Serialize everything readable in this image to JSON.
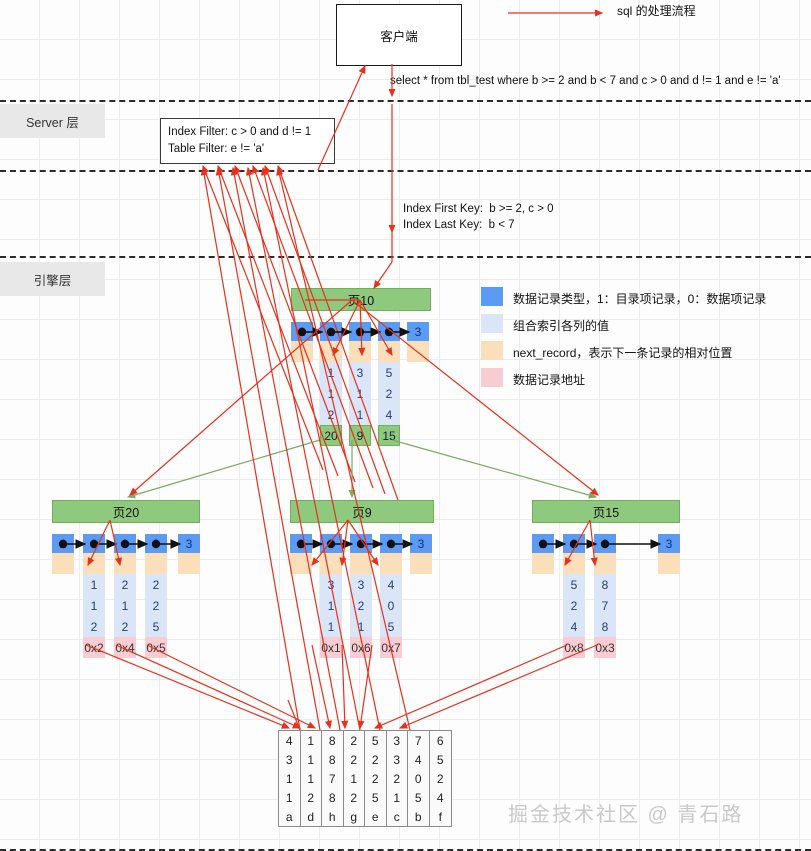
{
  "legend_arrow": {
    "label": "sql 的处理流程"
  },
  "client": {
    "label": "客户端",
    "sql": "select * from tbl_test where b >= 2 and b < 7 and c > 0 and d != 1 and e != 'a'"
  },
  "layers": {
    "server": {
      "tag": "Server 层"
    },
    "engine": {
      "tag": "引擎层"
    }
  },
  "filter_box": {
    "line1": "Index Filter:  c > 0 and d != 1",
    "line2": "Table Filter:  e != 'a'"
  },
  "index_keys": {
    "line1": "Index First Key:  b >= 2, c > 0",
    "line2": "Index Last Key:  b < 7"
  },
  "legend": {
    "items": [
      {
        "color": "#5b9bf5",
        "text": "数据记录类型，1：目录项记录，0：数据项记录"
      },
      {
        "color": "#dbe5f8",
        "text": "组合索引各列的值"
      },
      {
        "color": "#fbdfbb",
        "text": "next_record，表示下一条记录的相对位置"
      },
      {
        "color": "#f7ccd2",
        "text": "数据记录地址"
      }
    ]
  },
  "pages": [
    {
      "id": "page10",
      "title": "页10",
      "records": [
        {
          "type": "2",
          "values": [],
          "addr": null,
          "ptr": null
        },
        {
          "type": "1",
          "values": [
            "1",
            "1",
            "2"
          ],
          "addr": null,
          "ptr": "20"
        },
        {
          "type": "1",
          "values": [
            "3",
            "1",
            "1"
          ],
          "addr": null,
          "ptr": "9"
        },
        {
          "type": "1",
          "values": [
            "5",
            "2",
            "4"
          ],
          "addr": null,
          "ptr": "15"
        },
        {
          "type": "3",
          "values": [],
          "addr": null,
          "ptr": null
        }
      ]
    },
    {
      "id": "page20",
      "title": "页20",
      "records": [
        {
          "type": "2",
          "values": [],
          "addr": null,
          "ptr": null
        },
        {
          "type": "0",
          "values": [
            "1",
            "1",
            "2"
          ],
          "addr": "0x2",
          "ptr": null
        },
        {
          "type": "0",
          "values": [
            "2",
            "1",
            "2"
          ],
          "addr": "0x4",
          "ptr": null
        },
        {
          "type": "0",
          "values": [
            "2",
            "2",
            "5"
          ],
          "addr": "0x5",
          "ptr": null
        },
        {
          "type": "3",
          "values": [],
          "addr": null,
          "ptr": null
        }
      ]
    },
    {
      "id": "page9",
      "title": "页9",
      "records": [
        {
          "type": "2",
          "values": [],
          "addr": null,
          "ptr": null
        },
        {
          "type": "0",
          "values": [
            "3",
            "1",
            "1"
          ],
          "addr": "0x1",
          "ptr": null
        },
        {
          "type": "0",
          "values": [
            "3",
            "2",
            "1"
          ],
          "addr": "0x6",
          "ptr": null
        },
        {
          "type": "0",
          "values": [
            "4",
            "0",
            "5"
          ],
          "addr": "0x7",
          "ptr": null
        },
        {
          "type": "3",
          "values": [],
          "addr": null,
          "ptr": null
        }
      ]
    },
    {
      "id": "page15",
      "title": "页15",
      "records": [
        {
          "type": "2",
          "values": [],
          "addr": null,
          "ptr": null
        },
        {
          "type": "0",
          "values": [
            "5",
            "2",
            "4"
          ],
          "addr": "0x8",
          "ptr": null
        },
        {
          "type": "0",
          "values": [
            "8",
            "7",
            "8"
          ],
          "addr": "0x3",
          "ptr": null
        },
        {
          "type": "3",
          "values": [],
          "addr": null,
          "ptr": null
        }
      ]
    }
  ],
  "data_table": {
    "columns": [
      [
        "4",
        "3",
        "1",
        "1",
        "a"
      ],
      [
        "1",
        "1",
        "1",
        "2",
        "d"
      ],
      [
        "8",
        "8",
        "7",
        "8",
        "h"
      ],
      [
        "2",
        "2",
        "1",
        "2",
        "g"
      ],
      [
        "5",
        "2",
        "2",
        "5",
        "e"
      ],
      [
        "3",
        "3",
        "2",
        "1",
        "c"
      ],
      [
        "7",
        "4",
        "0",
        "5",
        "b"
      ],
      [
        "6",
        "5",
        "2",
        "4",
        "f"
      ]
    ]
  },
  "watermark": {
    "text": "掘金技术社区 @ 青石路"
  },
  "colors": {
    "arrow_red": "#e8301c",
    "green": "#8fc97e",
    "blue": "#5b9bf5",
    "lightblue": "#dbe5f8",
    "peach": "#fbdfbb",
    "pink": "#f7ccd2"
  }
}
